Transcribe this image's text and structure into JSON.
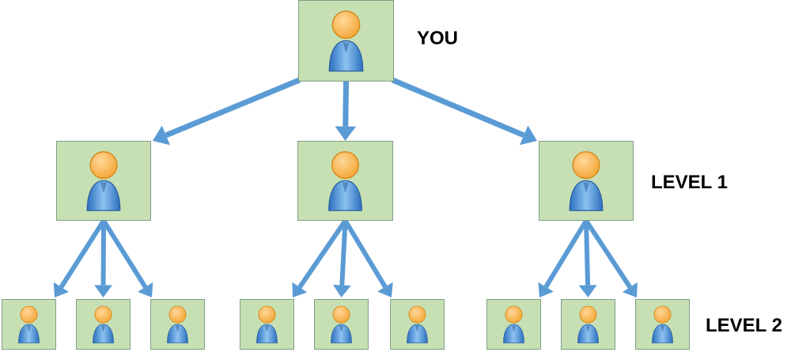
{
  "labels": {
    "you": "YOU",
    "level1": "LEVEL 1",
    "level2": "LEVEL 2"
  },
  "tree": {
    "root": "you",
    "level1_count": 3,
    "children_per_level1": 3
  },
  "colors": {
    "node_fill": "#c6e0b4",
    "node_border": "#7f9e86",
    "arrow": "#5b9bd5",
    "head": "#f5a93a",
    "body": "#4a90d9"
  },
  "icons": {
    "node": "person-icon",
    "connector": "arrow-icon"
  }
}
